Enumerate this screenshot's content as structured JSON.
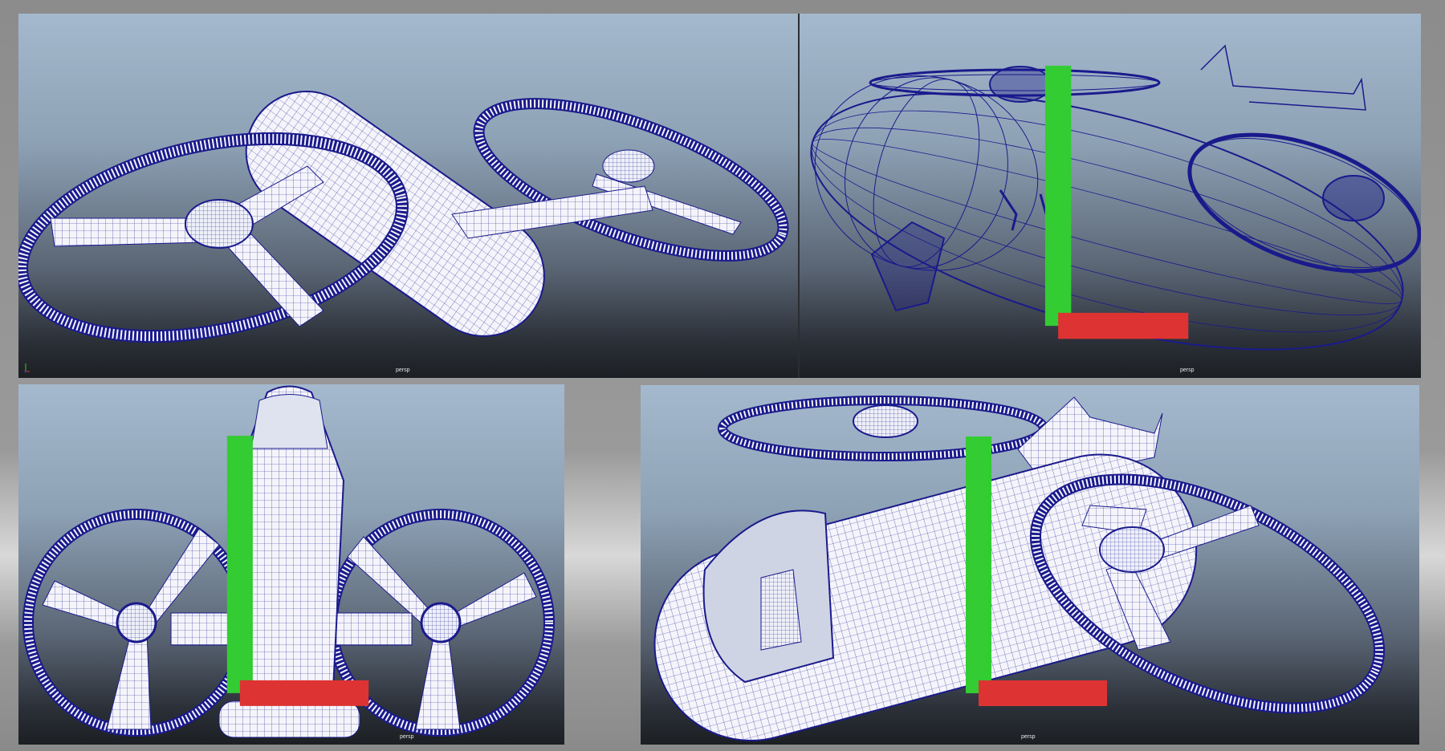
{
  "viewports": [
    {
      "camera_label": "persp",
      "view": "perspective-shaded-wireframe"
    },
    {
      "camera_label": "persp",
      "view": "perspective-xray-wireframe"
    },
    {
      "camera_label": "persp",
      "view": "top-shaded-wireframe"
    },
    {
      "camera_label": "persp",
      "view": "perspective-shaded-wireframe"
    }
  ],
  "colors": {
    "wire": "#1a1a8c",
    "surface": "#f4f4fa",
    "bg_top": "#a4b9cd",
    "bg_bottom": "#1c1f23"
  }
}
